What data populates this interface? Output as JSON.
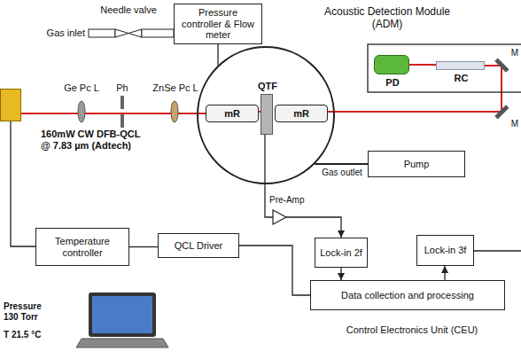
{
  "diagram": {
    "nodes": [
      {
        "text": [
          "Pressure controller & Flow meter"
        ]
      },
      {
        "text": [
          "Acoustic Detection Module (ADM)"
        ]
      },
      {
        "text": [
          "mR"
        ],
        "in": 1
      },
      {
        "text": [
          "QTF"
        ],
        "in": 1
      },
      {
        "text": [
          "mR"
        ],
        "in": 1
      },
      {
        "text": [
          "PD"
        ]
      },
      {
        "text": [
          "RC"
        ]
      },
      {
        "text": [
          "160mW CW DFB-QCL @ 7.83 µm (Adtech)"
        ]
      },
      {
        "text": [
          "Pump"
        ]
      },
      {
        "text": [
          "Temperature controller"
        ]
      },
      {
        "text": [
          "QCL Driver"
        ]
      },
      {
        "text": [
          "Lock-in 2f"
        ]
      },
      {
        "text": [
          "Lock-in 3f"
        ]
      },
      {
        "text": [
          "Data collection and processing"
        ]
      }
    ],
    "edges": [
      {
        "from": 0,
        "to": 1,
        "arrow": "none"
      },
      {
        "from": 7,
        "to": 2,
        "arrow": "none"
      },
      {
        "from": 4,
        "to": 6,
        "arrow": "none"
      },
      {
        "from": 6,
        "to": 5,
        "arrow": "none"
      },
      {
        "from": 1,
        "to": 8,
        "arrow": "none"
      },
      {
        "from": 9,
        "to": 7,
        "arrow": "none"
      },
      {
        "from": 10,
        "to": 9,
        "arrow": "none"
      },
      {
        "from": 10,
        "to": 13,
        "arrow": "none"
      },
      {
        "from": 3,
        "to": 11,
        "arrow": "to"
      },
      {
        "from": 11,
        "to": 13,
        "arrow": "to"
      },
      {
        "from": 13,
        "to": 12,
        "arrow": "to"
      }
    ],
    "labels": [
      "Needle valve",
      "Gas inlet",
      "Ge Pc L",
      "Ph",
      "ZnSe Pc L",
      "M",
      "M",
      "Gas outlet",
      "Pre-Amp",
      "Control Electronics Unit (CEU)",
      "Pressure 130 Torr",
      "T 21.5 °C"
    ]
  }
}
